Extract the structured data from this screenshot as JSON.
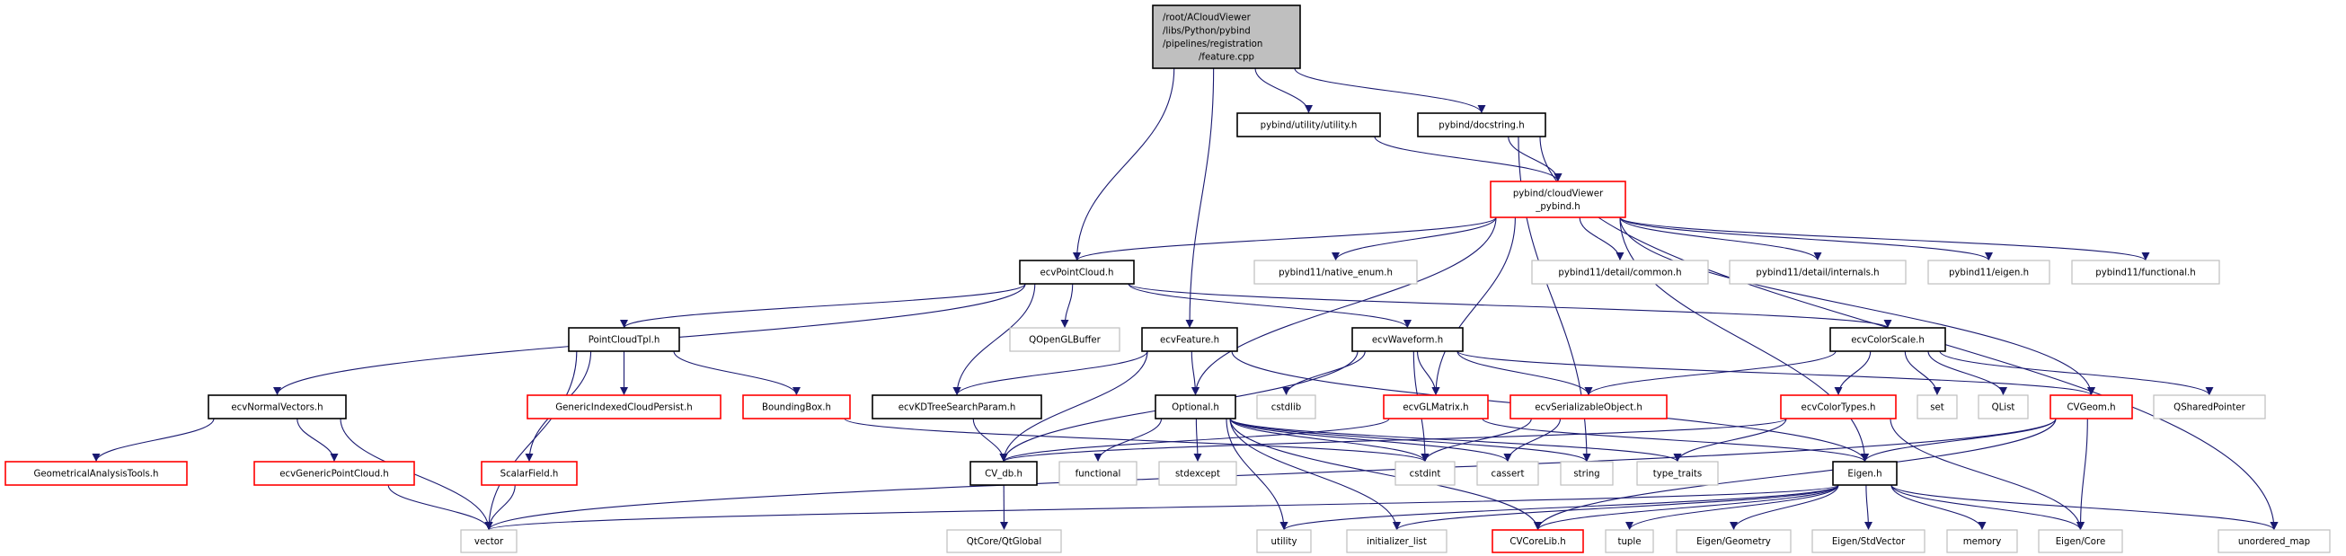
{
  "colors": {
    "edge": "#191970",
    "root_fill": "#bfbfbf",
    "documented_border": "#000000",
    "external_border": "#bfbfbf",
    "truncated_border": "#ff0000",
    "node_fill": "#ffffff"
  },
  "nodes": [
    {
      "id": "root",
      "label": [
        "/root/ACloudViewer",
        "/libs/Python/pybind",
        "/pipelines/registration",
        "/feature.cpp"
      ],
      "kind": "root"
    },
    {
      "id": "util",
      "label": [
        "pybind/utility/utility.h"
      ],
      "kind": "documented"
    },
    {
      "id": "doc",
      "label": [
        "pybind/docstring.h"
      ],
      "kind": "documented"
    },
    {
      "id": "cvpybind",
      "label": [
        "pybind/cloudViewer",
        "_pybind.h"
      ],
      "kind": "truncated"
    },
    {
      "id": "pointcloud",
      "label": [
        "ecvPointCloud.h"
      ],
      "kind": "documented"
    },
    {
      "id": "native_enum",
      "label": [
        "pybind11/native_enum.h"
      ],
      "kind": "external"
    },
    {
      "id": "detail_common",
      "label": [
        "pybind11/detail/common.h"
      ],
      "kind": "external"
    },
    {
      "id": "detail_internals",
      "label": [
        "pybind11/detail/internals.h"
      ],
      "kind": "external"
    },
    {
      "id": "pb_eigen",
      "label": [
        "pybind11/eigen.h"
      ],
      "kind": "external"
    },
    {
      "id": "pb_functional",
      "label": [
        "pybind11/functional.h"
      ],
      "kind": "external"
    },
    {
      "id": "pointcloudtpl",
      "label": [
        "PointCloudTpl.h"
      ],
      "kind": "documented"
    },
    {
      "id": "qopenglbuffer",
      "label": [
        "QOpenGLBuffer"
      ],
      "kind": "external"
    },
    {
      "id": "feature",
      "label": [
        "ecvFeature.h"
      ],
      "kind": "documented"
    },
    {
      "id": "waveform",
      "label": [
        "ecvWaveform.h"
      ],
      "kind": "documented"
    },
    {
      "id": "colorscale",
      "label": [
        "ecvColorScale.h"
      ],
      "kind": "documented"
    },
    {
      "id": "normalvectors",
      "label": [
        "ecvNormalVectors.h"
      ],
      "kind": "documented"
    },
    {
      "id": "genericindexed",
      "label": [
        "GenericIndexedCloudPersist.h"
      ],
      "kind": "truncated"
    },
    {
      "id": "boundingbox",
      "label": [
        "BoundingBox.h"
      ],
      "kind": "truncated"
    },
    {
      "id": "kdtree",
      "label": [
        "ecvKDTreeSearchParam.h"
      ],
      "kind": "documented"
    },
    {
      "id": "optional",
      "label": [
        "Optional.h"
      ],
      "kind": "documented"
    },
    {
      "id": "cstdlib",
      "label": [
        "cstdlib"
      ],
      "kind": "external"
    },
    {
      "id": "glmatrix",
      "label": [
        "ecvGLMatrix.h"
      ],
      "kind": "truncated"
    },
    {
      "id": "serializable",
      "label": [
        "ecvSerializableObject.h"
      ],
      "kind": "truncated"
    },
    {
      "id": "colortypes",
      "label": [
        "ecvColorTypes.h"
      ],
      "kind": "truncated"
    },
    {
      "id": "set",
      "label": [
        "set"
      ],
      "kind": "external"
    },
    {
      "id": "qlist",
      "label": [
        "QList"
      ],
      "kind": "external"
    },
    {
      "id": "cvgeom",
      "label": [
        "CVGeom.h"
      ],
      "kind": "truncated"
    },
    {
      "id": "qsharedpointer",
      "label": [
        "QSharedPointer"
      ],
      "kind": "external"
    },
    {
      "id": "geomtools",
      "label": [
        "GeometricalAnalysisTools.h"
      ],
      "kind": "truncated"
    },
    {
      "id": "genericpointcloud",
      "label": [
        "ecvGenericPointCloud.h"
      ],
      "kind": "truncated"
    },
    {
      "id": "scalarfield",
      "label": [
        "ScalarField.h"
      ],
      "kind": "truncated"
    },
    {
      "id": "cvdb",
      "label": [
        "CV_db.h"
      ],
      "kind": "documented"
    },
    {
      "id": "functional",
      "label": [
        "functional"
      ],
      "kind": "external"
    },
    {
      "id": "stdexcept",
      "label": [
        "stdexcept"
      ],
      "kind": "external"
    },
    {
      "id": "cstdint",
      "label": [
        "cstdint"
      ],
      "kind": "external"
    },
    {
      "id": "cassert",
      "label": [
        "cassert"
      ],
      "kind": "external"
    },
    {
      "id": "string",
      "label": [
        "string"
      ],
      "kind": "external"
    },
    {
      "id": "type_traits",
      "label": [
        "type_traits"
      ],
      "kind": "external"
    },
    {
      "id": "eigen",
      "label": [
        "Eigen.h"
      ],
      "kind": "documented"
    },
    {
      "id": "vector",
      "label": [
        "vector"
      ],
      "kind": "external"
    },
    {
      "id": "qtglobal",
      "label": [
        "QtCore/QtGlobal"
      ],
      "kind": "external"
    },
    {
      "id": "utility",
      "label": [
        "utility"
      ],
      "kind": "external"
    },
    {
      "id": "initializer_list",
      "label": [
        "initializer_list"
      ],
      "kind": "external"
    },
    {
      "id": "cvcorelib",
      "label": [
        "CVCoreLib.h"
      ],
      "kind": "truncated"
    },
    {
      "id": "tuple",
      "label": [
        "tuple"
      ],
      "kind": "external"
    },
    {
      "id": "eigen_geometry",
      "label": [
        "Eigen/Geometry"
      ],
      "kind": "external"
    },
    {
      "id": "eigen_stdvector",
      "label": [
        "Eigen/StdVector"
      ],
      "kind": "external"
    },
    {
      "id": "memory",
      "label": [
        "memory"
      ],
      "kind": "external"
    },
    {
      "id": "eigen_core",
      "label": [
        "Eigen/Core"
      ],
      "kind": "external"
    },
    {
      "id": "unordered_map",
      "label": [
        "unordered_map"
      ],
      "kind": "external"
    }
  ],
  "edges": [
    [
      "root",
      "pointcloud"
    ],
    [
      "root",
      "feature"
    ],
    [
      "root",
      "util"
    ],
    [
      "root",
      "doc"
    ],
    [
      "util",
      "cvpybind"
    ],
    [
      "doc",
      "cvpybind"
    ],
    [
      "doc",
      "string"
    ],
    [
      "doc",
      "unordered_map"
    ],
    [
      "cvpybind",
      "pointcloud"
    ],
    [
      "cvpybind",
      "native_enum"
    ],
    [
      "cvpybind",
      "detail_common"
    ],
    [
      "cvpybind",
      "detail_internals"
    ],
    [
      "cvpybind",
      "pb_eigen"
    ],
    [
      "cvpybind",
      "pb_functional"
    ],
    [
      "cvpybind",
      "optional"
    ],
    [
      "cvpybind",
      "glmatrix"
    ],
    [
      "cvpybind",
      "cvgeom"
    ],
    [
      "cvpybind",
      "eigen"
    ],
    [
      "pointcloud",
      "pointcloudtpl"
    ],
    [
      "pointcloud",
      "normalvectors"
    ],
    [
      "pointcloud",
      "qopenglbuffer"
    ],
    [
      "pointcloud",
      "kdtree"
    ],
    [
      "pointcloud",
      "waveform"
    ],
    [
      "pointcloud",
      "colorscale"
    ],
    [
      "pointcloudtpl",
      "genericindexed"
    ],
    [
      "pointcloudtpl",
      "boundingbox"
    ],
    [
      "pointcloudtpl",
      "scalarfield"
    ],
    [
      "pointcloudtpl",
      "vector"
    ],
    [
      "normalvectors",
      "geomtools"
    ],
    [
      "normalvectors",
      "genericpointcloud"
    ],
    [
      "normalvectors",
      "vector"
    ],
    [
      "genericpointcloud",
      "vector"
    ],
    [
      "scalarfield",
      "vector"
    ],
    [
      "boundingbox",
      "cstdint"
    ],
    [
      "feature",
      "kdtree"
    ],
    [
      "feature",
      "optional"
    ],
    [
      "feature",
      "cvdb"
    ],
    [
      "feature",
      "eigen"
    ],
    [
      "kdtree",
      "cvdb"
    ],
    [
      "waveform",
      "cstdlib"
    ],
    [
      "waveform",
      "glmatrix"
    ],
    [
      "waveform",
      "serializable"
    ],
    [
      "waveform",
      "cstdint"
    ],
    [
      "waveform",
      "cvdb"
    ],
    [
      "waveform",
      "cvgeom"
    ],
    [
      "optional",
      "functional"
    ],
    [
      "optional",
      "stdexcept"
    ],
    [
      "optional",
      "utility"
    ],
    [
      "optional",
      "initializer_list"
    ],
    [
      "optional",
      "cvcorelib"
    ],
    [
      "optional",
      "cstdint"
    ],
    [
      "optional",
      "cassert"
    ],
    [
      "optional",
      "string"
    ],
    [
      "optional",
      "type_traits"
    ],
    [
      "glmatrix",
      "cvdb"
    ],
    [
      "glmatrix",
      "eigen"
    ],
    [
      "serializable",
      "cstdint"
    ],
    [
      "serializable",
      "cassert"
    ],
    [
      "colorscale",
      "colortypes"
    ],
    [
      "colorscale",
      "set"
    ],
    [
      "colorscale",
      "qlist"
    ],
    [
      "colorscale",
      "qsharedpointer"
    ],
    [
      "colorscale",
      "serializable"
    ],
    [
      "colortypes",
      "type_traits"
    ],
    [
      "colortypes",
      "eigen_core"
    ],
    [
      "colortypes",
      "cvdb"
    ],
    [
      "cvgeom",
      "eigen"
    ],
    [
      "cvgeom",
      "eigen_core"
    ],
    [
      "cvgeom",
      "vector"
    ],
    [
      "cvgeom",
      "cvcorelib"
    ],
    [
      "eigen",
      "eigen_geometry"
    ],
    [
      "eigen",
      "eigen_stdvector"
    ],
    [
      "eigen",
      "memory"
    ],
    [
      "eigen",
      "eigen_core"
    ],
    [
      "eigen",
      "unordered_map"
    ],
    [
      "eigen",
      "tuple"
    ],
    [
      "eigen",
      "cvcorelib"
    ],
    [
      "eigen",
      "initializer_list"
    ],
    [
      "eigen",
      "utility"
    ],
    [
      "eigen",
      "vector"
    ],
    [
      "cvdb",
      "qtglobal"
    ]
  ]
}
